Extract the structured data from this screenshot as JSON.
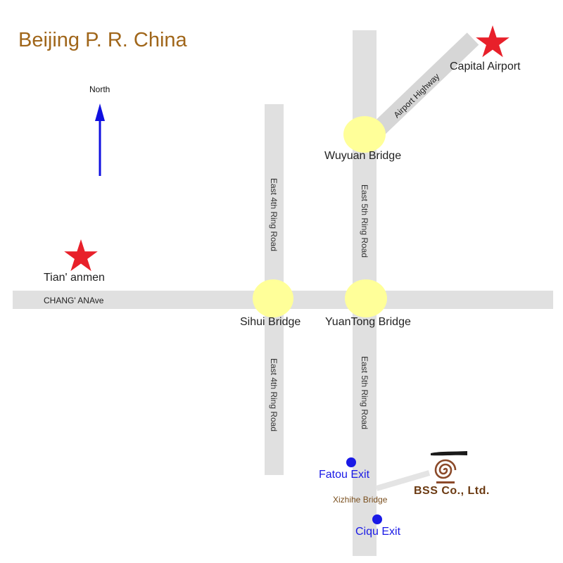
{
  "title": "Beijing P. R. China",
  "compass": {
    "label": "North",
    "icon": "north-arrow-icon",
    "color": "#1010e0"
  },
  "roads": {
    "chang_an": "CHANG' ANAve",
    "east4_upper": "East 4th Ring Road",
    "east4_lower": "East 4th Ring Road",
    "east5_upper": "East 5th Ring Road",
    "east5_lower": "East 5th Ring Road",
    "airport_highway": "Airport Highway"
  },
  "landmarks": {
    "tiananmen": "Tian' anmen",
    "capital_airport": "Capital Airport"
  },
  "bridges": {
    "sihui": "Sihui Bridge",
    "yuantong": "YuanTong Bridge",
    "wuyuan": "Wuyuan Bridge",
    "xizhihe": "Xizhihe Bridge"
  },
  "exits": {
    "fatou": "Fatou Exit",
    "ciqu": "Ciqu Exit"
  },
  "company": {
    "name": "BSS Co., Ltd.",
    "logo_icon": "bss-spiral-logo-icon"
  },
  "colors": {
    "road": "#e0e0e0",
    "airport_road": "#d6d6d6",
    "bridge": "#ffff99",
    "star": "#e8202a",
    "exit_dot": "#1a1ae6",
    "title": "#a0661a",
    "company": "#6b3a12"
  }
}
